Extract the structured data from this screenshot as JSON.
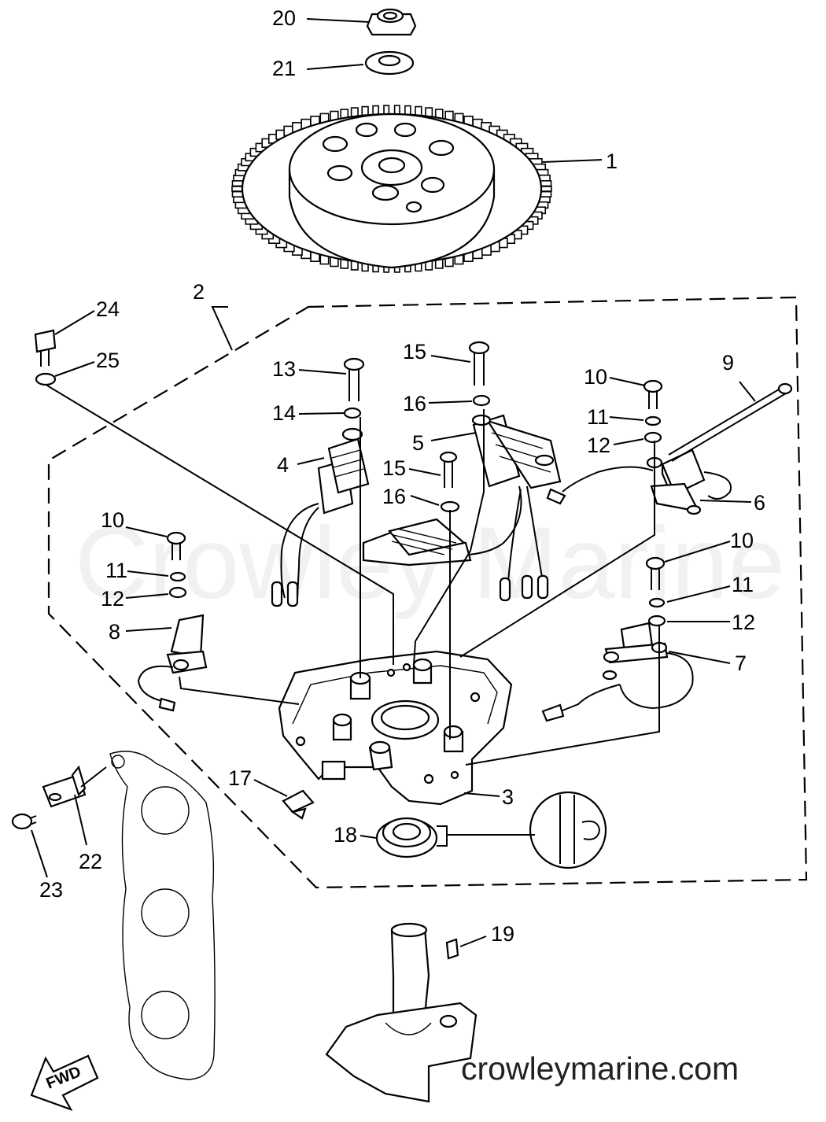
{
  "diagram": {
    "watermark": "Crowley Marine",
    "site_label": "crowleymarine.com",
    "direction_label": "FWD",
    "callouts": [
      "1",
      "2",
      "3",
      "4",
      "5",
      "6",
      "7",
      "8",
      "9",
      "10",
      "10",
      "10",
      "11",
      "11",
      "11",
      "12",
      "12",
      "12",
      "13",
      "14",
      "15",
      "15",
      "16",
      "16",
      "17",
      "18",
      "19",
      "20",
      "21",
      "22",
      "23",
      "24",
      "25"
    ]
  },
  "colors": {
    "ink": "#000000",
    "paper": "#ffffff"
  }
}
